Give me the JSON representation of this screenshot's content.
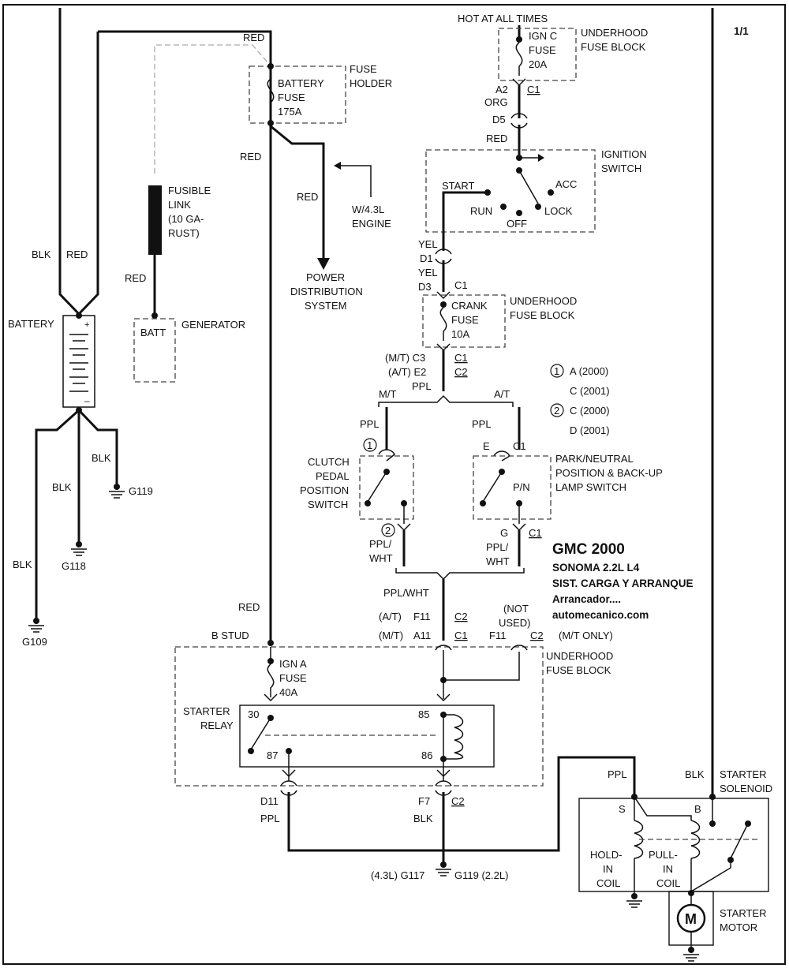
{
  "page": {
    "number": "1/1"
  },
  "title": {
    "make_year": "GMC 2000",
    "model": "SONOMA  2.2L  L4",
    "system": "SIST. CARGA Y ARRANQUE",
    "subtitle": "Arrancador....",
    "site": "automecanico.com"
  },
  "labels": {
    "hot_at_all_times": "HOT AT ALL TIMES",
    "underhood_fuse_block": "UNDERHOOD",
    "fuse_block": "FUSE BLOCK",
    "fuse_holder_1": "FUSE",
    "fuse_holder_2": "HOLDER",
    "ign_c_1": "IGN C",
    "ign_c_2": "FUSE",
    "ign_c_3": "20A",
    "battery_fuse_1": "BATTERY",
    "battery_fuse_2": "FUSE",
    "battery_fuse_3": "175A",
    "ignition_switch_1": "IGNITION",
    "ignition_switch_2": "SWITCH",
    "start": "START",
    "acc": "ACC",
    "run": "RUN",
    "lock": "LOCK",
    "off": "OFF",
    "fusible_1": "FUSIBLE",
    "fusible_2": "LINK",
    "fusible_3": "(10 GA-",
    "fusible_4": "RUST)",
    "w43_1": "W/4.3L",
    "w43_2": "ENGINE",
    "pds_1": "POWER",
    "pds_2": "DISTRIBUTION",
    "pds_3": "SYSTEM",
    "battery": "BATTERY",
    "batt": "BATT",
    "generator": "GENERATOR",
    "crank_1": "CRANK",
    "crank_2": "FUSE",
    "crank_3": "10A",
    "mt": "M/T",
    "at": "A/T",
    "clutch_1": "CLUTCH",
    "clutch_2": "PEDAL",
    "clutch_3": "POSITION",
    "clutch_4": "SWITCH",
    "pn_1": "PARK/NEUTRAL",
    "pn_2": "POSITION & BACK-UP",
    "pn_3": "LAMP SWITCH",
    "pn": "P/N",
    "legend_1a": "A (2000)",
    "legend_1b": "C (2001)",
    "legend_2a": "C (2000)",
    "legend_2b": "D (2001)",
    "circ1": "1",
    "circ2": "2",
    "not_used_1": "(NOT",
    "not_used_2": "USED)",
    "mt_only": "(M/T ONLY)",
    "b_stud": "B STUD",
    "ign_a_1": "IGN A",
    "ign_a_2": "FUSE",
    "ign_a_3": "40A",
    "starter_relay_1": "STARTER",
    "starter_relay_2": "RELAY",
    "pin30": "30",
    "pin85": "85",
    "pin87": "87",
    "pin86": "86",
    "starter_sol_1": "STARTER",
    "starter_sol_2": "SOLENOID",
    "s": "S",
    "b": "B",
    "hold_1": "HOLD-",
    "hold_2": "IN",
    "hold_3": "COIL",
    "pull_1": "PULL-",
    "pull_2": "IN",
    "pull_3": "COIL",
    "starter_motor_1": "STARTER",
    "starter_motor_2": "MOTOR",
    "motor": "M"
  },
  "wires": {
    "red": "RED",
    "blk": "BLK",
    "org": "ORG",
    "yel": "YEL",
    "ppl": "PPL",
    "ppl_wht": "PPL/WHT",
    "ppl_slash": "PPL/",
    "wht": "WHT"
  },
  "connectors": {
    "a2": "A2",
    "c1": "C1",
    "c2": "C2",
    "d5": "D5",
    "d1": "D1",
    "d3": "D3",
    "mt_c3": "(M/T)  C3",
    "at_e2": "(A/T)  E2",
    "e": "E",
    "g": "G",
    "at_f11": "(A/T)",
    "f11": "F11",
    "mt_a11": "(M/T)",
    "a11": "A11",
    "d11": "D11",
    "f7": "F7"
  },
  "grounds": {
    "g119": "G119",
    "g118": "G118",
    "g109": "G109",
    "g117": "(4.3L) G117",
    "g119_22": "G119 (2.2L)"
  },
  "colors": {
    "ink": "#111111",
    "dashed": "#444444",
    "background": "#ffffff"
  }
}
